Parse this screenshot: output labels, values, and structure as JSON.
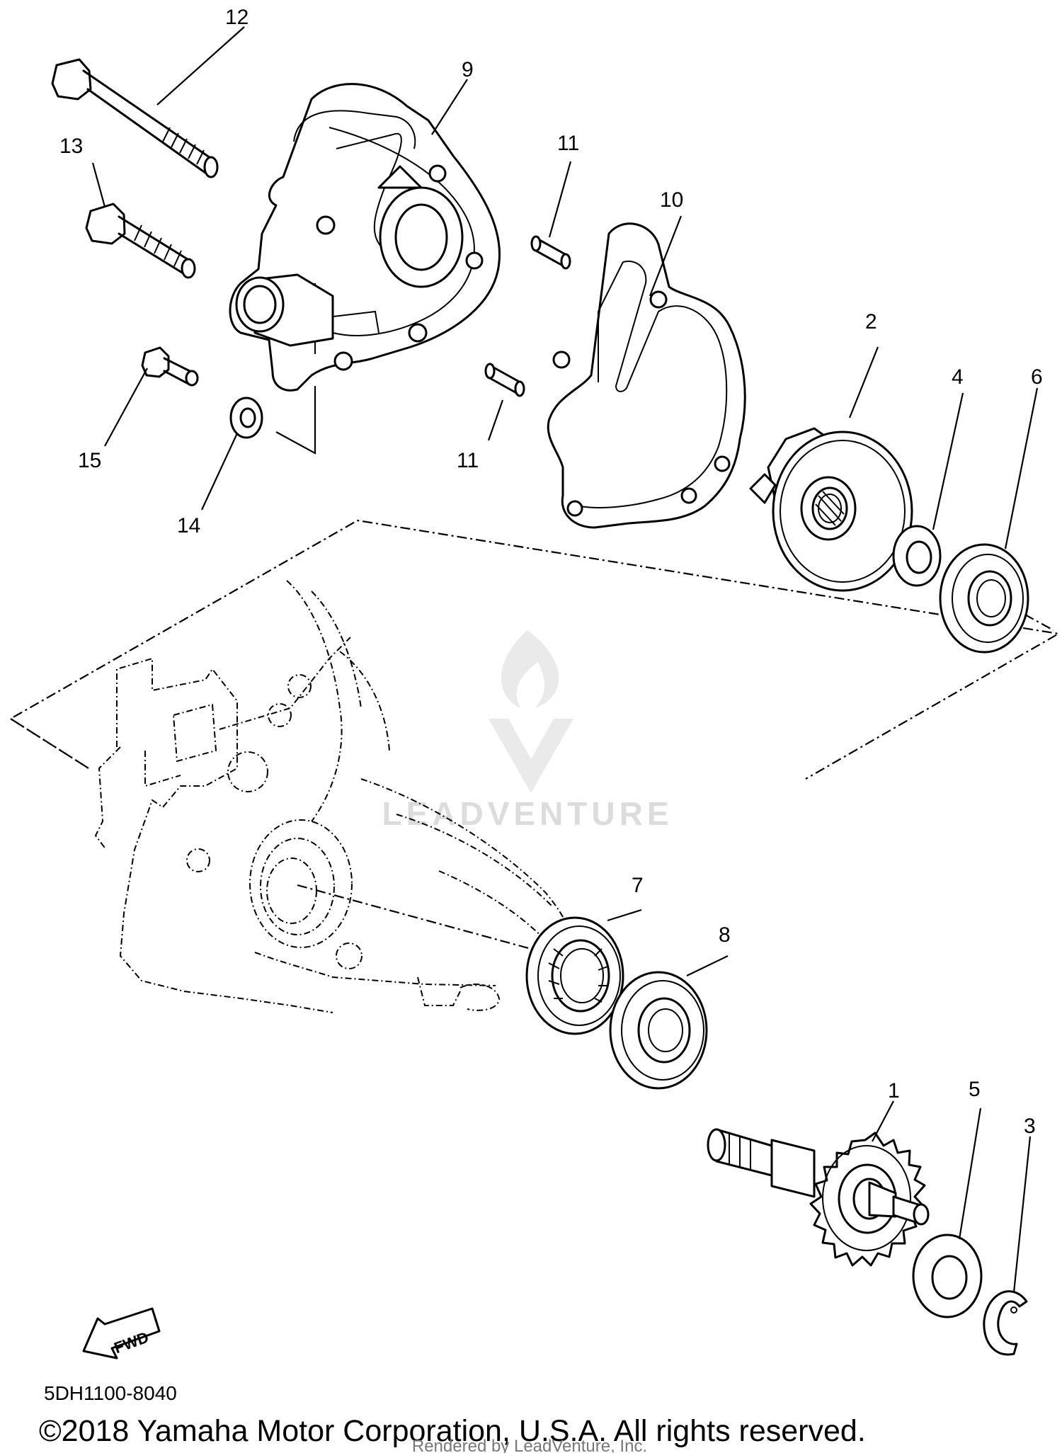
{
  "callouts": {
    "p1": "1",
    "p2": "2",
    "p3": "3",
    "p4": "4",
    "p5": "5",
    "p6": "6",
    "p7": "7",
    "p8": "8",
    "p9": "9",
    "p10": "10",
    "p11a": "11",
    "p11b": "11",
    "p12": "12",
    "p13": "13",
    "p14": "14",
    "p15": "15"
  },
  "fwd_label": "FWD",
  "diagram_code": "5DH1100-8040",
  "copyright": "©2018 Yamaha Motor Corporation, U.S.A. All rights reserved.",
  "watermark": "LEADVENTURE",
  "rendered_by": "Rendered by LeadVenture, Inc."
}
